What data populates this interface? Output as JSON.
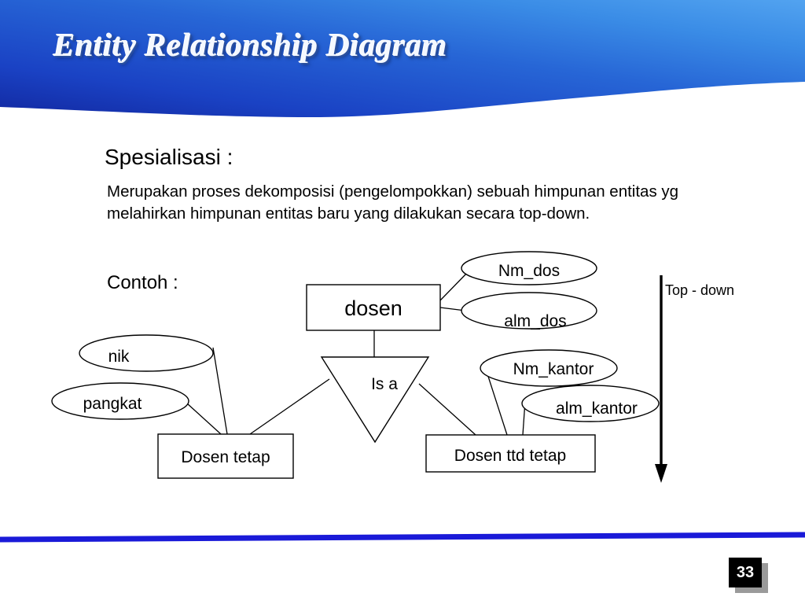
{
  "slide": {
    "title": "Entity Relationship Diagram",
    "page_number": "33",
    "accent_color": "#1a3fd0",
    "header_gradient_from": "#1530a8",
    "header_gradient_to": "#3f93ea",
    "background_color": "#ffffff"
  },
  "content": {
    "heading": "Spesialisasi :",
    "paragraph": "Merupakan proses dekomposisi (pengelompokkan) sebuah himpunan entitas yg melahirkan himpunan entitas baru yang dilakukan secara top-down.",
    "example_label": "Contoh :"
  },
  "diagram": {
    "entities": [
      {
        "id": "dosen",
        "label": "dosen"
      },
      {
        "id": "dosen-tetap",
        "label": "Dosen tetap"
      },
      {
        "id": "dosen-ttd-tetap",
        "label": "Dosen ttd tetap"
      }
    ],
    "relationship": {
      "id": "is-a",
      "label": "Is a"
    },
    "attributes": [
      {
        "id": "nm-dos",
        "label": "Nm_dos",
        "owner": "dosen"
      },
      {
        "id": "alm-dos",
        "label": "alm_dos",
        "owner": "dosen"
      },
      {
        "id": "nik",
        "label": "nik",
        "owner": "dosen-tetap"
      },
      {
        "id": "pangkat",
        "label": "pangkat",
        "owner": "dosen-tetap"
      },
      {
        "id": "nm-kantor",
        "label": "Nm_kantor",
        "owner": "dosen-ttd-tetap"
      },
      {
        "id": "alm-kantor",
        "label": "alm_kantor",
        "owner": "dosen-ttd-tetap"
      }
    ],
    "annotation": {
      "id": "top-down",
      "label": "Top - down",
      "direction": "down"
    }
  }
}
